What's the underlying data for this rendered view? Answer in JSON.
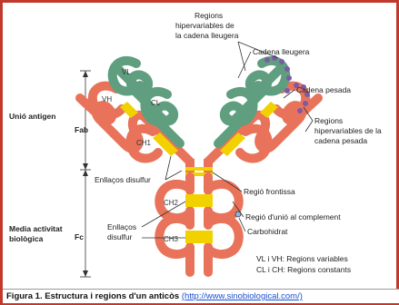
{
  "labels": {
    "hypervariable_light": [
      "Regions",
      "hipervariables de",
      "la cadena lleugera"
    ],
    "light_chain": "Cadena lleugera",
    "heavy_chain": "Cadena pesada",
    "hypervariable_heavy": [
      "Regions",
      "hipervariables de la",
      "cadena pesada"
    ],
    "antigen_binding": "Unió antigen",
    "fab": "Fab",
    "fc": "Fc",
    "disulfide_top": "Enllaços disulfur",
    "disulfide_bottom": [
      "Enllaços",
      "disulfur"
    ],
    "hinge": "Regió frontissa",
    "complement": "Regió d'unió al complement",
    "carbohydrate": "Carbohidrat",
    "activity": [
      "Media activitat",
      "biològica"
    ],
    "legend_variable": "VL i VH: Regions variables",
    "legend_constant": "CL i CH: Regions constants"
  },
  "domains": {
    "vl": "VL",
    "cl": "CL",
    "vh": "VH",
    "ch1": "CH1",
    "ch2": "CH2",
    "ch3": "CH3"
  },
  "caption": {
    "text": "Figura 1. Estructura i regions d'un anticòs ",
    "link": "(http://www.sinobiological.com/)"
  },
  "colors": {
    "heavy": "#e8735a",
    "light": "#5f9e7e",
    "hinge": "#f2d100",
    "hypervariable": "#7b5aa6",
    "border": "#c0392b"
  }
}
